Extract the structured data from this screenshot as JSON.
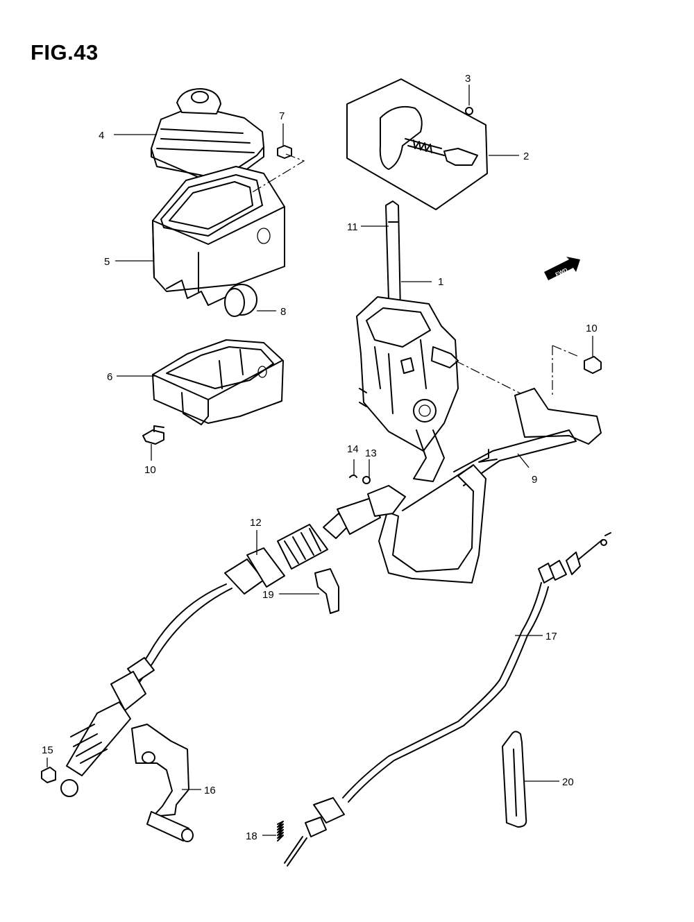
{
  "figure": {
    "title": "FIG.43"
  },
  "fwd_badge": "FWD",
  "callouts": [
    "1",
    "2",
    "3",
    "4",
    "5",
    "6",
    "7",
    "8",
    "9",
    "10",
    "10",
    "11",
    "12",
    "13",
    "14",
    "15",
    "16",
    "17",
    "18",
    "19",
    "20"
  ]
}
